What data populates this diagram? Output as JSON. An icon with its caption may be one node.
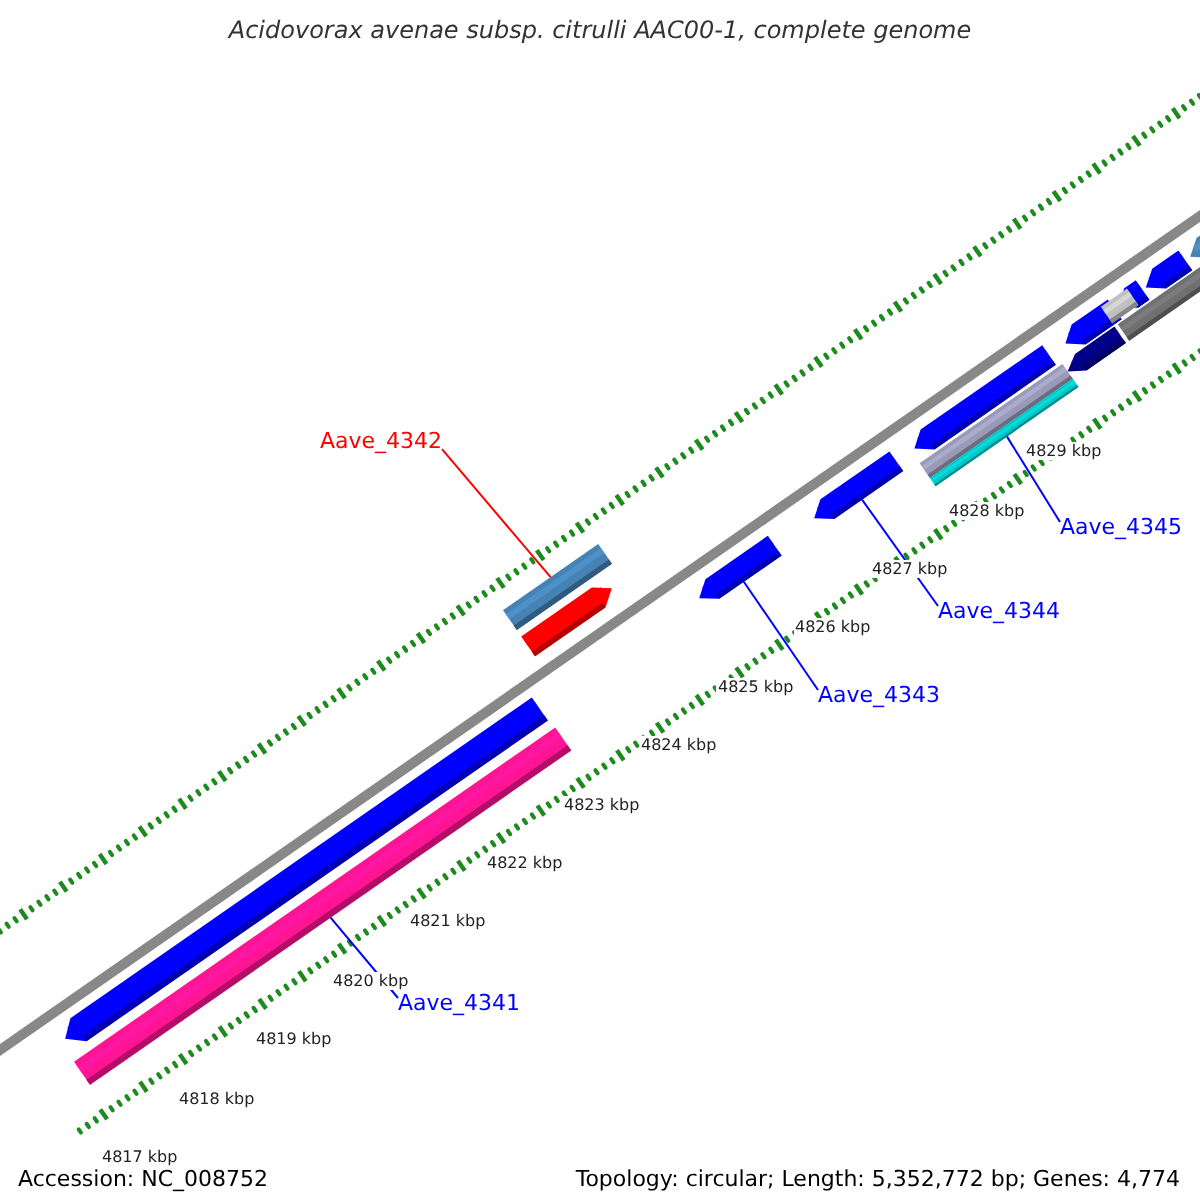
{
  "diagram": {
    "title": "Acidovorax avenae subsp. citrulli AAC00-1, complete genome",
    "nodes": [
      {
        "text": [
          "Aave_4342"
        ]
      },
      {
        "text": [
          "Aave_4345"
        ]
      },
      {
        "text": [
          "Aave_4344"
        ]
      },
      {
        "text": [
          "Aave_4343"
        ]
      },
      {
        "text": [
          "Aave_4341"
        ]
      },
      {
        "text": [],
        "shape": "bar"
      },
      {
        "text": [],
        "shape": "bar"
      },
      {
        "text": [],
        "shape": "bar"
      },
      {
        "text": [],
        "shape": "bar"
      },
      {
        "text": [],
        "shape": "bar"
      }
    ],
    "edges": [
      {
        "from": 0,
        "to": 5,
        "arrow": "none",
        "color": "#ff0000"
      },
      {
        "from": 1,
        "to": 8,
        "arrow": "none"
      },
      {
        "from": 2,
        "to": 7,
        "arrow": "none"
      },
      {
        "from": 3,
        "to": 6,
        "arrow": "none"
      },
      {
        "from": 4,
        "to": 9,
        "arrow": "none"
      }
    ],
    "labels": [
      "4829 kbp",
      "4828 kbp",
      "4827 kbp",
      "4826 kbp",
      "4825 kbp",
      "4824 kbp",
      "4823 kbp",
      "4822 kbp",
      "4821 kbp",
      "4820 kbp",
      "4819 kbp",
      "4818 kbp",
      "4817 kbp",
      "Accession: NC_008752",
      "Topology: circular; Length: 5,352,772 bp; Genes: 4,774"
    ]
  }
}
